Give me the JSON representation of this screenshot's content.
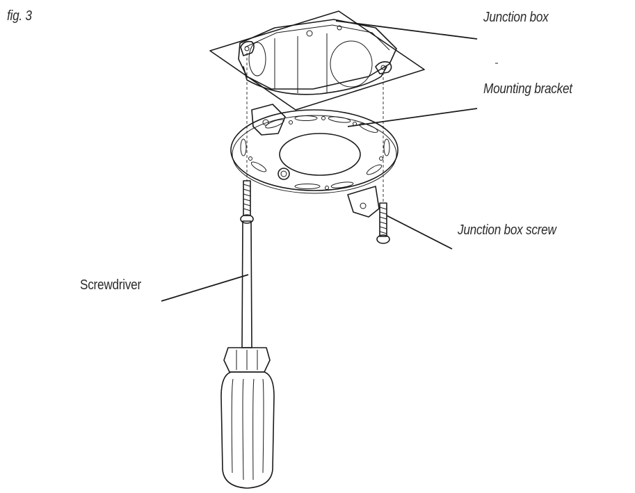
{
  "figure": {
    "caption": "fig. 3",
    "labels": {
      "junction_box": "Junction box",
      "mounting_bracket": "Mounting bracket",
      "junction_box_screw": "Junction box screw",
      "screwdriver": "Screwdriver"
    }
  }
}
